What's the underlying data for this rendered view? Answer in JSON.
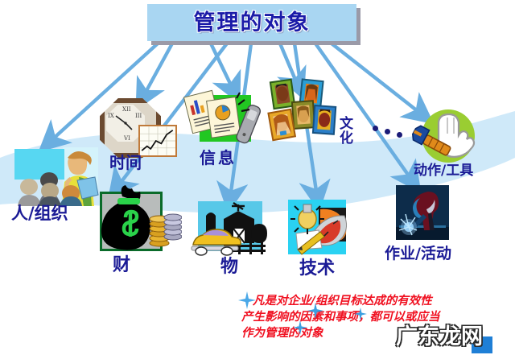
{
  "title": {
    "text": "管理的对象"
  },
  "nodes": [
    {
      "id": "people",
      "label": "人/组织",
      "icon": "meeting-people-icon"
    },
    {
      "id": "time",
      "label": "时间",
      "icon": "octagon-clock-icon"
    },
    {
      "id": "info",
      "label": "信息",
      "icon": "documents-phone-icon"
    },
    {
      "id": "culture",
      "label": "文化",
      "icon": "portrait-tiles-icon"
    },
    {
      "id": "tools",
      "label": "动作/工具",
      "icon": "wrench-hand-icon"
    },
    {
      "id": "money",
      "label": "财",
      "icon": "money-bag-coins-icon"
    },
    {
      "id": "material",
      "label": "物",
      "icon": "farm-car-icon"
    },
    {
      "id": "tech",
      "label": "技术",
      "icon": "lightbulb-gauge-icon"
    },
    {
      "id": "activity",
      "label": "作业/活动",
      "icon": "welder-icon"
    }
  ],
  "ellipsis": {
    "text": "•••",
    "meaning": "more-items"
  },
  "note": {
    "line1": "凡是对企业/组织目标达成的有效性",
    "line2": "产生影响的因素和事项，都可以或应当",
    "line3": "作为管理的对象"
  },
  "watermark": {
    "text": "广东龙网"
  },
  "colors": {
    "title_box": "#a9d6f2",
    "title_text": "#1b1ba8",
    "label_text": "#1b1b96",
    "arrow": "#6aaee0",
    "band": "#cfe9f9",
    "note_text": "#f01020",
    "star": "#3a9fe0"
  }
}
